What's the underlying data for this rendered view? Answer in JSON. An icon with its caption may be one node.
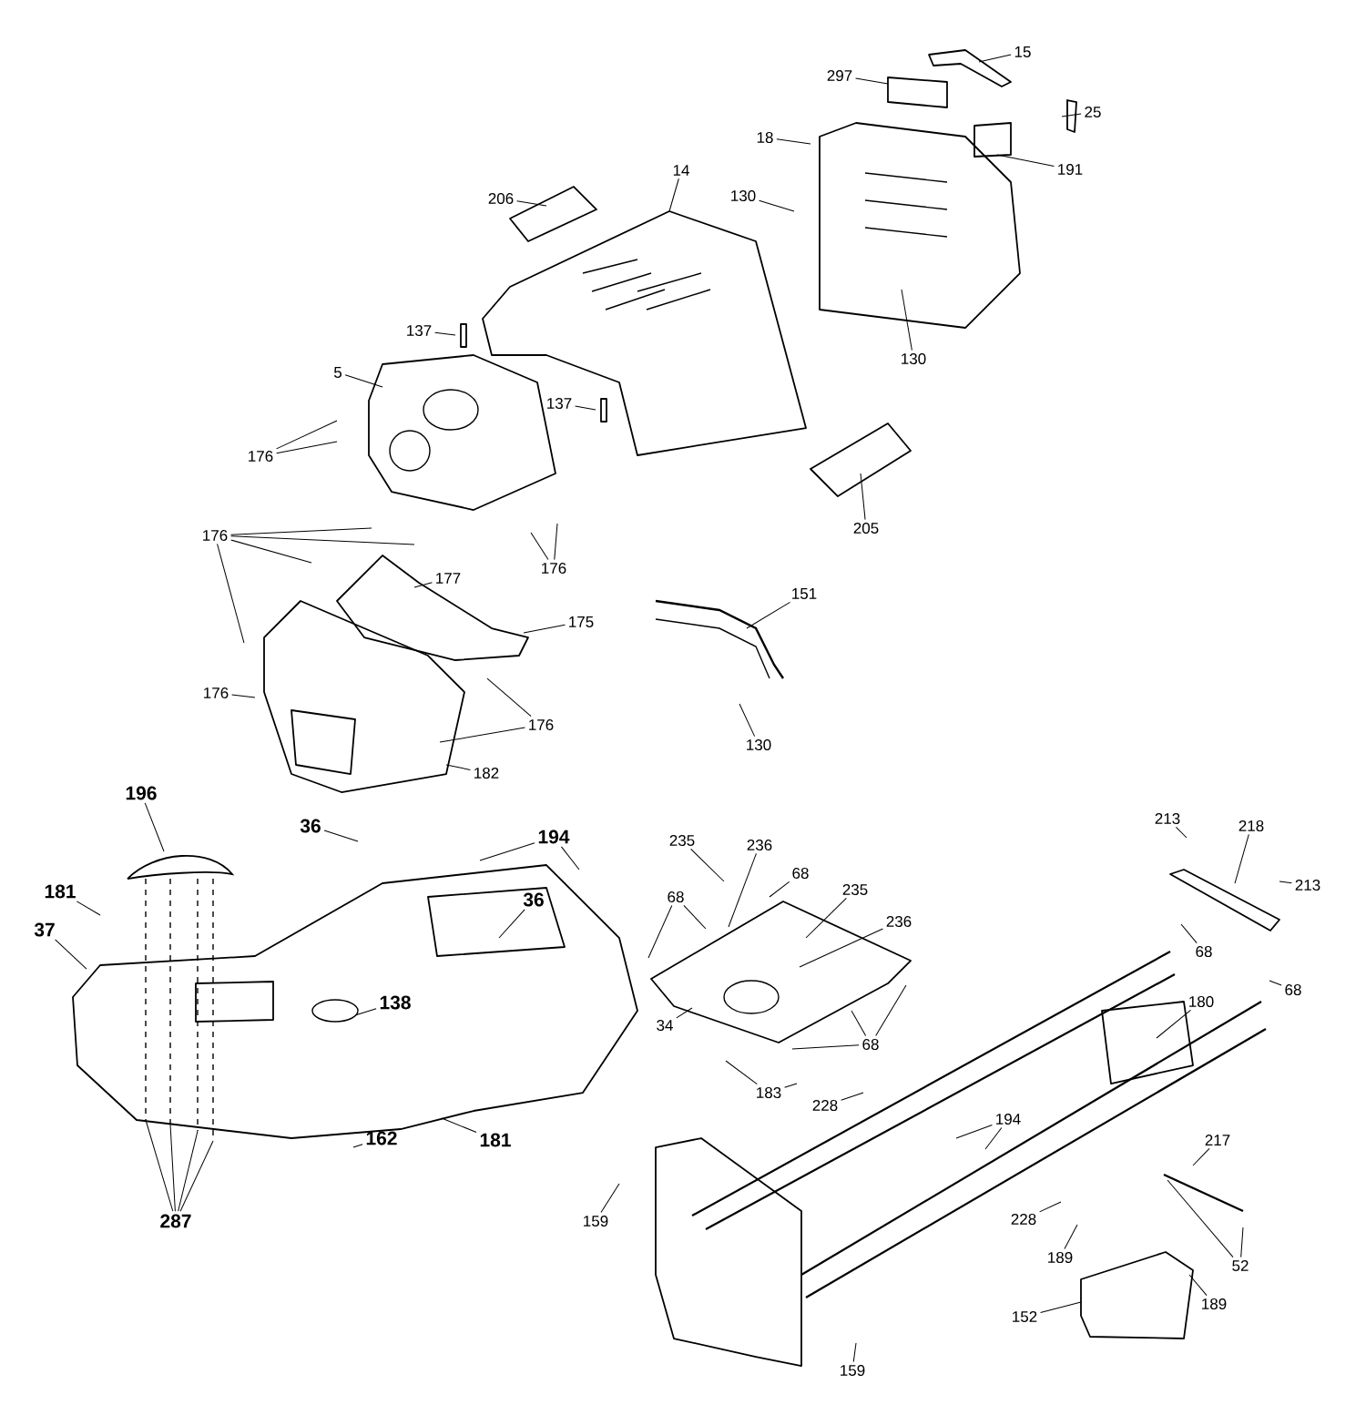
{
  "diagram": {
    "nodes": [
      {
        "text": [
          "15"
        ]
      },
      {
        "text": [
          "297"
        ]
      },
      {
        "text": [
          "25"
        ]
      },
      {
        "text": [
          "18"
        ]
      },
      {
        "text": [
          "191"
        ]
      },
      {
        "text": [
          "14"
        ]
      },
      {
        "text": [
          "206"
        ]
      },
      {
        "text": [
          "130"
        ]
      },
      {
        "text": [
          "130"
        ]
      },
      {
        "text": [
          "137"
        ]
      },
      {
        "text": [
          "5"
        ]
      },
      {
        "text": [
          "137"
        ]
      },
      {
        "text": [
          "176"
        ]
      },
      {
        "text": [
          "205"
        ]
      },
      {
        "text": [
          "176"
        ]
      },
      {
        "text": [
          "176"
        ]
      },
      {
        "text": [
          "177"
        ]
      },
      {
        "text": [
          "151"
        ]
      },
      {
        "text": [
          "175"
        ]
      },
      {
        "text": [
          "176"
        ]
      },
      {
        "text": [
          "176"
        ]
      },
      {
        "text": [
          "130"
        ]
      },
      {
        "text": [
          "182"
        ]
      },
      {
        "text": [
          "196"
        ]
      },
      {
        "text": [
          "36"
        ]
      },
      {
        "text": [
          "194"
        ]
      },
      {
        "text": [
          "181"
        ]
      },
      {
        "text": [
          "36"
        ]
      },
      {
        "text": [
          "37"
        ]
      },
      {
        "text": [
          "138"
        ]
      },
      {
        "text": [
          "162"
        ]
      },
      {
        "text": [
          "181"
        ]
      },
      {
        "text": [
          "287"
        ]
      },
      {
        "text": [
          "235"
        ]
      },
      {
        "text": [
          "236"
        ]
      },
      {
        "text": [
          "68"
        ]
      },
      {
        "text": [
          "68"
        ]
      },
      {
        "text": [
          "235"
        ]
      },
      {
        "text": [
          "236"
        ]
      },
      {
        "text": [
          "34"
        ]
      },
      {
        "text": [
          "68"
        ]
      },
      {
        "text": [
          "183"
        ]
      },
      {
        "text": [
          "213"
        ]
      },
      {
        "text": [
          "218"
        ]
      },
      {
        "text": [
          "213"
        ]
      },
      {
        "text": [
          "68"
        ]
      },
      {
        "text": [
          "68"
        ]
      },
      {
        "text": [
          "180"
        ]
      },
      {
        "text": [
          "228"
        ]
      },
      {
        "text": [
          "194"
        ]
      },
      {
        "text": [
          "217"
        ]
      },
      {
        "text": [
          "159"
        ]
      },
      {
        "text": [
          "228"
        ]
      },
      {
        "text": [
          "189"
        ]
      },
      {
        "text": [
          "52"
        ]
      },
      {
        "text": [
          "152"
        ]
      },
      {
        "text": [
          "189"
        ]
      },
      {
        "text": [
          "159"
        ]
      }
    ],
    "edges": [
      {
        "from": 0,
        "to": null,
        "arrow": "none"
      },
      {
        "from": 1,
        "to": null,
        "arrow": "none"
      },
      {
        "from": 2,
        "to": null,
        "arrow": "none"
      },
      {
        "from": 3,
        "to": null,
        "arrow": "none"
      },
      {
        "from": 4,
        "to": null,
        "arrow": "none"
      },
      {
        "from": 5,
        "to": null,
        "arrow": "none"
      },
      {
        "from": 6,
        "to": null,
        "arrow": "none"
      },
      {
        "from": 7,
        "to": null,
        "arrow": "none"
      },
      {
        "from": 8,
        "to": null,
        "arrow": "none"
      },
      {
        "from": 9,
        "to": null,
        "arrow": "none"
      },
      {
        "from": 10,
        "to": null,
        "arrow": "none"
      },
      {
        "from": 11,
        "to": null,
        "arrow": "none"
      },
      {
        "from": 12,
        "to": null,
        "arrow": "none"
      },
      {
        "from": 12,
        "to": null,
        "arrow": "none"
      },
      {
        "from": 13,
        "to": null,
        "arrow": "none"
      },
      {
        "from": 14,
        "to": null,
        "arrow": "none"
      },
      {
        "from": 14,
        "to": null,
        "arrow": "none"
      },
      {
        "from": 14,
        "to": null,
        "arrow": "none"
      },
      {
        "from": 14,
        "to": null,
        "arrow": "none"
      },
      {
        "from": 15,
        "to": null,
        "arrow": "none"
      },
      {
        "from": 15,
        "to": null,
        "arrow": "none"
      },
      {
        "from": 16,
        "to": null,
        "arrow": "none"
      },
      {
        "from": 17,
        "to": null,
        "arrow": "none"
      },
      {
        "from": 18,
        "to": null,
        "arrow": "none"
      },
      {
        "from": 19,
        "to": null,
        "arrow": "none"
      },
      {
        "from": 20,
        "to": null,
        "arrow": "none"
      },
      {
        "from": 20,
        "to": null,
        "arrow": "none"
      },
      {
        "from": 21,
        "to": null,
        "arrow": "none"
      },
      {
        "from": 22,
        "to": null,
        "arrow": "none"
      },
      {
        "from": 23,
        "to": null,
        "arrow": "none"
      },
      {
        "from": 24,
        "to": null,
        "arrow": "none"
      },
      {
        "from": 25,
        "to": null,
        "arrow": "none"
      },
      {
        "from": 25,
        "to": null,
        "arrow": "none"
      },
      {
        "from": 26,
        "to": null,
        "arrow": "none"
      },
      {
        "from": 27,
        "to": null,
        "arrow": "none"
      },
      {
        "from": 28,
        "to": null,
        "arrow": "none"
      },
      {
        "from": 29,
        "to": null,
        "arrow": "none"
      },
      {
        "from": 30,
        "to": null,
        "arrow": "none"
      },
      {
        "from": 31,
        "to": null,
        "arrow": "none"
      },
      {
        "from": 32,
        "to": null,
        "arrow": "none"
      },
      {
        "from": 32,
        "to": null,
        "arrow": "none"
      },
      {
        "from": 32,
        "to": null,
        "arrow": "none"
      },
      {
        "from": 32,
        "to": null,
        "arrow": "none"
      },
      {
        "from": 33,
        "to": null,
        "arrow": "none"
      },
      {
        "from": 34,
        "to": null,
        "arrow": "none"
      },
      {
        "from": 35,
        "to": null,
        "arrow": "none"
      },
      {
        "from": 36,
        "to": null,
        "arrow": "none"
      },
      {
        "from": 36,
        "to": null,
        "arrow": "none"
      },
      {
        "from": 37,
        "to": null,
        "arrow": "none"
      },
      {
        "from": 38,
        "to": null,
        "arrow": "none"
      },
      {
        "from": 39,
        "to": null,
        "arrow": "none"
      },
      {
        "from": 40,
        "to": null,
        "arrow": "none"
      },
      {
        "from": 40,
        "to": null,
        "arrow": "none"
      },
      {
        "from": 40,
        "to": null,
        "arrow": "none"
      },
      {
        "from": 41,
        "to": null,
        "arrow": "none"
      },
      {
        "from": 41,
        "to": null,
        "arrow": "none"
      },
      {
        "from": 42,
        "to": null,
        "arrow": "none"
      },
      {
        "from": 43,
        "to": null,
        "arrow": "none"
      },
      {
        "from": 44,
        "to": null,
        "arrow": "none"
      },
      {
        "from": 45,
        "to": null,
        "arrow": "none"
      },
      {
        "from": 46,
        "to": null,
        "arrow": "none"
      },
      {
        "from": 47,
        "to": null,
        "arrow": "none"
      },
      {
        "from": 48,
        "to": null,
        "arrow": "none"
      },
      {
        "from": 49,
        "to": null,
        "arrow": "none"
      },
      {
        "from": 49,
        "to": null,
        "arrow": "none"
      },
      {
        "from": 50,
        "to": null,
        "arrow": "none"
      },
      {
        "from": 51,
        "to": null,
        "arrow": "none"
      },
      {
        "from": 52,
        "to": null,
        "arrow": "none"
      },
      {
        "from": 53,
        "to": null,
        "arrow": "none"
      },
      {
        "from": 54,
        "to": null,
        "arrow": "none"
      },
      {
        "from": 54,
        "to": null,
        "arrow": "none"
      },
      {
        "from": 55,
        "to": null,
        "arrow": "none"
      },
      {
        "from": 56,
        "to": null,
        "arrow": "none"
      },
      {
        "from": 57,
        "to": null,
        "arrow": "none"
      }
    ]
  }
}
